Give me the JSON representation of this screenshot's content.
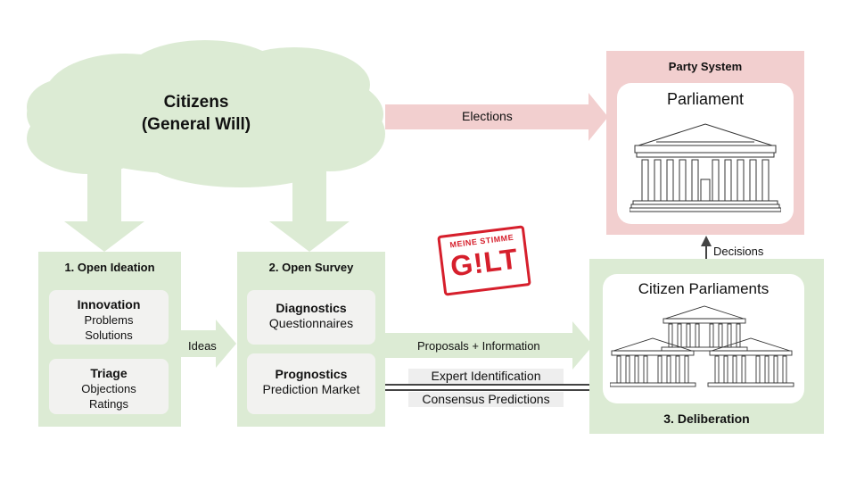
{
  "citizens": {
    "line1": "Citizens",
    "line2": "(General Will)"
  },
  "party_system": {
    "title": "Party System",
    "parliament": "Parliament"
  },
  "arrows": {
    "elections": "Elections",
    "decisions": "Decisions",
    "ideas": "Ideas",
    "proposals": "Proposals + Information",
    "expert": "Expert Identification",
    "consensus": "Consensus Predictions"
  },
  "ideation": {
    "title": "1. Open Ideation",
    "innovation": {
      "title": "Innovation",
      "l1": "Problems",
      "l2": "Solutions"
    },
    "triage": {
      "title": "Triage",
      "l1": "Objections",
      "l2": "Ratings"
    }
  },
  "survey": {
    "title": "2. Open Survey",
    "diagnostics": {
      "title": "Diagnostics",
      "l1": "Questionnaires"
    },
    "prognostics": {
      "title": "Prognostics",
      "l1": "Prediction Market"
    }
  },
  "deliberation": {
    "title": "3. Deliberation",
    "citizen_parliaments": "Citizen Parliaments"
  },
  "stamp": {
    "top": "MEINE STIMME",
    "main": "G!LT"
  },
  "colors": {
    "green": "#dcebd4",
    "pink": "#f2cfcf",
    "stamp": "#d61f2c",
    "arrow_dark": "#444444"
  }
}
